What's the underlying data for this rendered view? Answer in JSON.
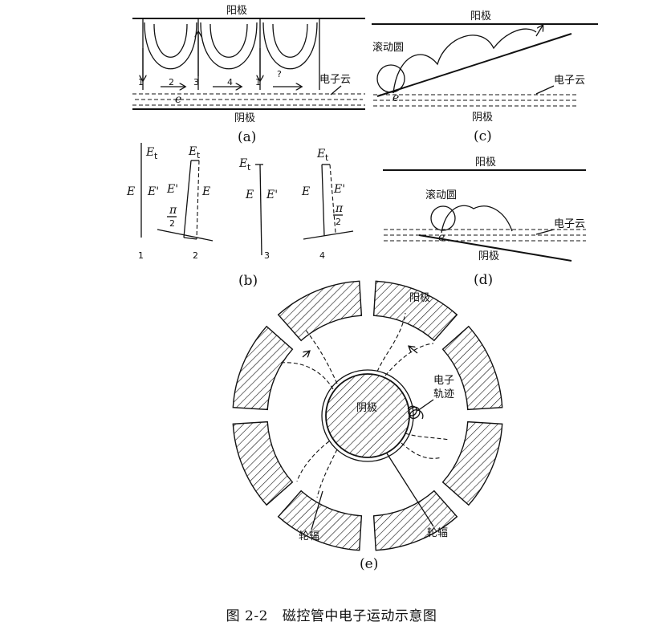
{
  "panel_a": {
    "anode": "阳极",
    "cathode": "阴极",
    "cloud": "电子云",
    "nums": [
      "1",
      "2",
      "3",
      "4",
      "1"
    ],
    "e": "e",
    "q": "?",
    "sub": "(a)"
  },
  "panel_b": {
    "Et": "E",
    "t": "t",
    "E": "E",
    "Ep": "E'",
    "pi": "π",
    "two": "2",
    "nums": [
      "1",
      "2",
      "3",
      "4"
    ],
    "sub": "(b)"
  },
  "panel_c": {
    "anode": "阳极",
    "roll": "滚动圆",
    "cloud": "电子云",
    "cathode": "阴极",
    "e": "e",
    "sub": "(c)"
  },
  "panel_d": {
    "anode": "阳极",
    "roll": "滚动圆",
    "cloud": "电子云",
    "cathode": "阴极",
    "e": "e",
    "sub": "(d)"
  },
  "panel_e": {
    "anode": "阳极",
    "cathode": "阴极",
    "traj1": "电子",
    "traj2": "轨迹",
    "spoke1": "轮辐",
    "spoke2": "轮辐",
    "sub": "(e)"
  },
  "caption": {
    "number": "图 2-2",
    "text": "磁控管中电子运动示意图"
  }
}
